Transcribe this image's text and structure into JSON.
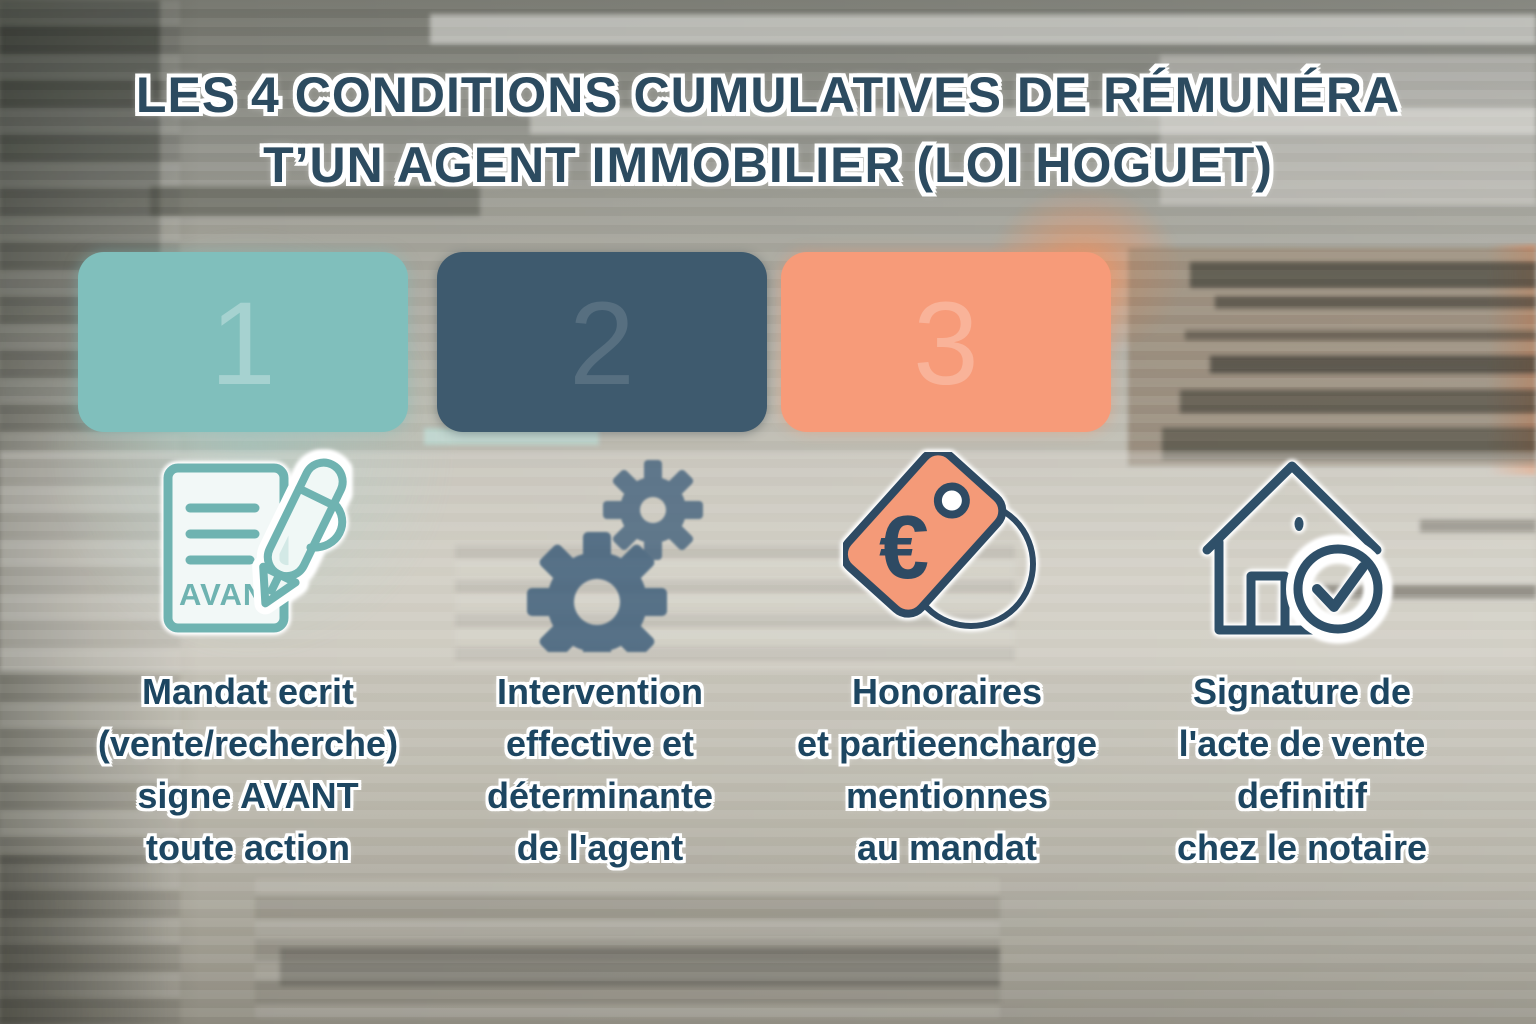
{
  "title": {
    "line1": "LES 4 CONDITIONS CUMULATIVES DE RÉMUNÉRA",
    "line2": "T’UN AGENT IMMOBILIER (LOI HOGUET)"
  },
  "steps": [
    {
      "number": "1",
      "has_card": true,
      "card_color": "#80bfbc",
      "icon": "signed-mandate-contract-icon",
      "icon_text": "AVAN",
      "caption": [
        "Mandat ecrit",
        "(vente/recherche)",
        "signe AVANT",
        "toute action"
      ]
    },
    {
      "number": "2",
      "has_card": true,
      "card_color": "#3e5a6e",
      "icon": "gears-icon",
      "caption": [
        "Intervention",
        "effective et",
        "déterminante",
        "de l'agent"
      ]
    },
    {
      "number": "3",
      "has_card": true,
      "card_color": "#f79b79",
      "icon": "euro-price-tag-icon",
      "icon_symbol": "€",
      "caption": [
        "Honoraires",
        "et partieencharge",
        "mentionnes",
        "au mandat"
      ]
    },
    {
      "has_card": false,
      "icon": "house-sale-check-icon",
      "caption": [
        "Signature de",
        "l'acte de vente",
        "definitif",
        "chez le notaire"
      ]
    }
  ],
  "colors": {
    "title_text": "#2c4b60",
    "caption_text": "#1d4661",
    "text_outline": "#ffffff",
    "card1_teal": "#80bfbc",
    "card2_slate": "#3e5a6e",
    "card3_salmon": "#f79b79",
    "icon1_teal_stroke": "#6fb3b1",
    "icon2_gear_fill": "#3f5f7b",
    "icon3_tag_fill": "#f49a78",
    "icon_navy_stroke": "#2e4a63",
    "background_beige": "#c4c1b6",
    "background_dark_edge": "#5c5e55"
  }
}
